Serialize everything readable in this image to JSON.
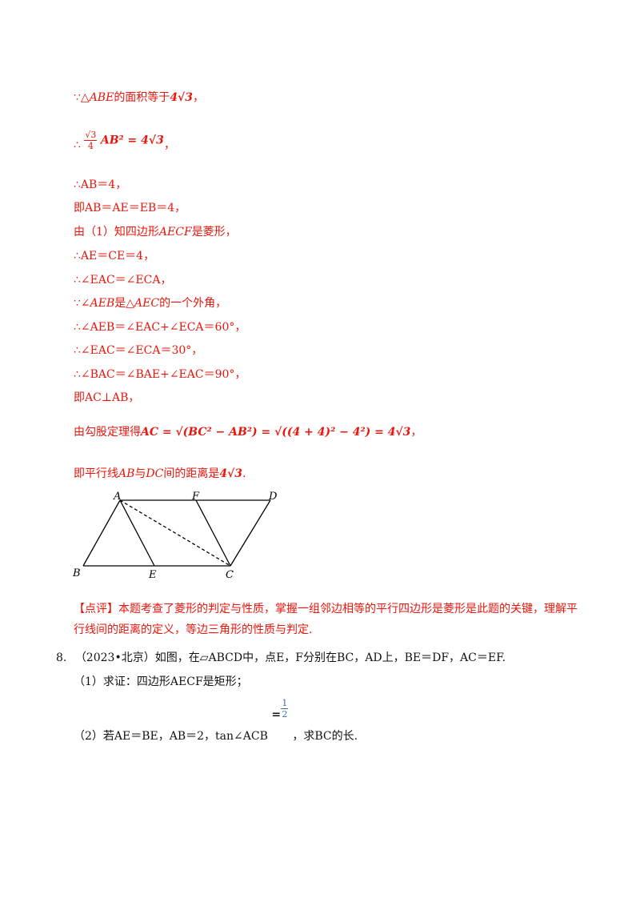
{
  "solution": {
    "l1_pre": "∵△",
    "l1_abe": "ABE",
    "l1_mid": "的面积等于",
    "l1_val": "4√3",
    "l1_end": "，",
    "l2_therefore": "∴",
    "l2_frac_num": "√3",
    "l2_frac_den": "4",
    "l2_rest": "AB² = 4√3",
    "l2_end": "，",
    "l3": "∴AB＝4，",
    "l4": "即AB＝AE＝EB＝4，",
    "l5_pre": "由（1）知四边形",
    "l5_aecf": "AECF",
    "l5_post": "是菱形，",
    "l6": "∴AE＝CE＝4，",
    "l7": "∴∠EAC＝∠ECA，",
    "l8_pre": "∵∠",
    "l8_aeb": "AEB",
    "l8_mid": "是△",
    "l8_aec": "AEC",
    "l8_post": "的一个外角，",
    "l9": "∴∠AEB＝∠EAC+∠ECA＝60°，",
    "l10": "∴∠EAC＝∠ECA＝30°，",
    "l11": "∴∠BAC＝∠BAE+∠EAC＝90°，",
    "l12": "即AC⊥AB，",
    "l13_pre": "由勾股定理得",
    "l13_math": "AC = √(BC² − AB²) = √((4 + 4)² − 4²) = 4√3",
    "l13_end": "，",
    "l14_pre": "即平行线",
    "l14_ab": "AB",
    "l14_mid": "与",
    "l14_dc": "DC",
    "l14_mid2": "间的距离是",
    "l14_val": "4√3",
    "l14_end": "."
  },
  "figure": {
    "labels": {
      "A": "A",
      "F": "F",
      "D": "D",
      "B": "B",
      "E": "E",
      "C": "C"
    }
  },
  "comment": {
    "tag": "【点评】",
    "text": "本题考查了菱形的判定与性质，掌握一组邻边相等的平行四边形是菱形是此题的关键，理解平行线间的距离的定义，等边三角形的性质与判定."
  },
  "problem": {
    "number": "8.",
    "source": "（2023•北京）",
    "stem": "如图，在▱ABCD中，点E，F分别在BC，AD上，BE＝DF，AC＝EF.",
    "part1": "（1）求证：四边形AECF是矩形；",
    "part2_pre": "（2）若AE＝BE，AB＝2，tan∠ACB",
    "part2_eq": "=",
    "part2_num": "1",
    "part2_den": "2",
    "part2_post": "，求BC的长."
  },
  "colors": {
    "solution_red": "#e8160c",
    "text_black": "#111111"
  }
}
